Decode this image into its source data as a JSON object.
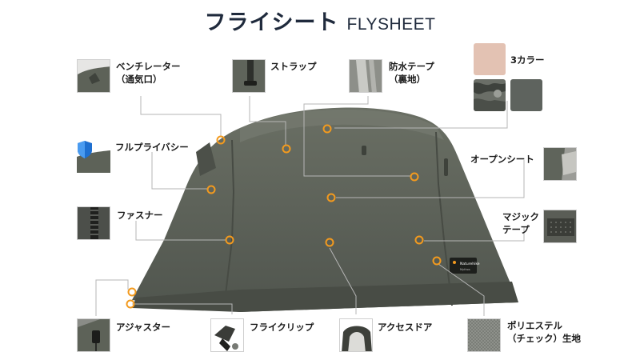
{
  "title": {
    "jp": "フライシート",
    "en": "FLYSHEET"
  },
  "features": {
    "ventilator": {
      "line1": "ベンチレーター",
      "line2": "（通気口）",
      "icon": "ventilator-photo-icon"
    },
    "strap": {
      "label": "ストラップ",
      "icon": "strap-photo-icon"
    },
    "waterproof_tape": {
      "line1": "防水テープ",
      "line2": "（裏地）",
      "icon": "waterproof-tape-photo-icon"
    },
    "colors": {
      "label": "3カラー",
      "swatches": [
        "#e3c2b3",
        "#5c605a",
        "#5e635e"
      ]
    },
    "full_privacy": {
      "label": "フルプライバシー",
      "icon": "privacy-shield-icon"
    },
    "open_sheet": {
      "label": "オープンシート",
      "icon": "open-sheet-photo-icon"
    },
    "zipper": {
      "label": "ファスナー",
      "icon": "zipper-photo-icon"
    },
    "magic_tape": {
      "line1": "マジック",
      "line2": "テープ",
      "icon": "velcro-photo-icon"
    },
    "adjuster": {
      "label": "アジャスター",
      "icon": "adjuster-photo-icon"
    },
    "fly_clip": {
      "label": "フライクリップ",
      "icon": "clip-photo-icon"
    },
    "access_door": {
      "label": "アクセスドア",
      "icon": "access-door-photo-icon"
    },
    "polyester": {
      "line1": "ポリエステル",
      "line2": "（チェック）生地",
      "icon": "fabric-photo-icon"
    }
  },
  "tent": {
    "label_line1": "Naturehike",
    "label_line2": "Mythos",
    "body_color": "#5e6359",
    "accent_color": "#f39a1e"
  }
}
